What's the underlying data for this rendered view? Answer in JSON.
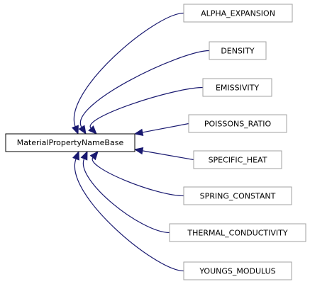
{
  "base_class": {
    "label": "MaterialPropertyNameBase"
  },
  "derived_classes": [
    {
      "label": "ALPHA_EXPANSION"
    },
    {
      "label": "DENSITY"
    },
    {
      "label": "EMISSIVITY"
    },
    {
      "label": "POISSONS_RATIO"
    },
    {
      "label": "SPECIFIC_HEAT"
    },
    {
      "label": "SPRING_CONSTANT"
    },
    {
      "label": "THERMAL_CONDUCTIVITY"
    },
    {
      "label": "YOUNGS_MODULUS"
    }
  ],
  "colors": {
    "base_border": "#000000",
    "derived_border": "#a0a0a0",
    "arrow": "#191970",
    "text": "#000000"
  }
}
